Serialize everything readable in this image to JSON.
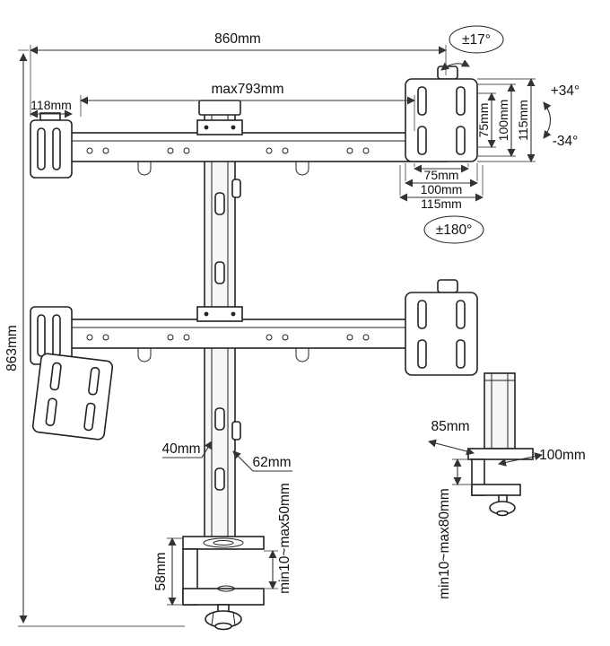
{
  "dims": {
    "width_overall": "860mm",
    "width_max": "max793mm",
    "plate_width": "118mm",
    "height_overall": "863mm"
  },
  "angles": {
    "tilt": "±17°",
    "swivel_up": "+34°",
    "swivel_down": "-34°",
    "rotation": "±180°"
  },
  "vesa": {
    "v75": "75mm",
    "v100": "100mm",
    "v115": "115mm",
    "h75": "75mm",
    "h100": "100mm",
    "h115": "115mm"
  },
  "pole": {
    "depth": "40mm",
    "width": "62mm"
  },
  "clamp": {
    "height": "58mm",
    "range": "min10~max50mm"
  },
  "grommet": {
    "plate_depth": "85mm",
    "plate_width": "100mm",
    "range": "min10~max80mm"
  }
}
